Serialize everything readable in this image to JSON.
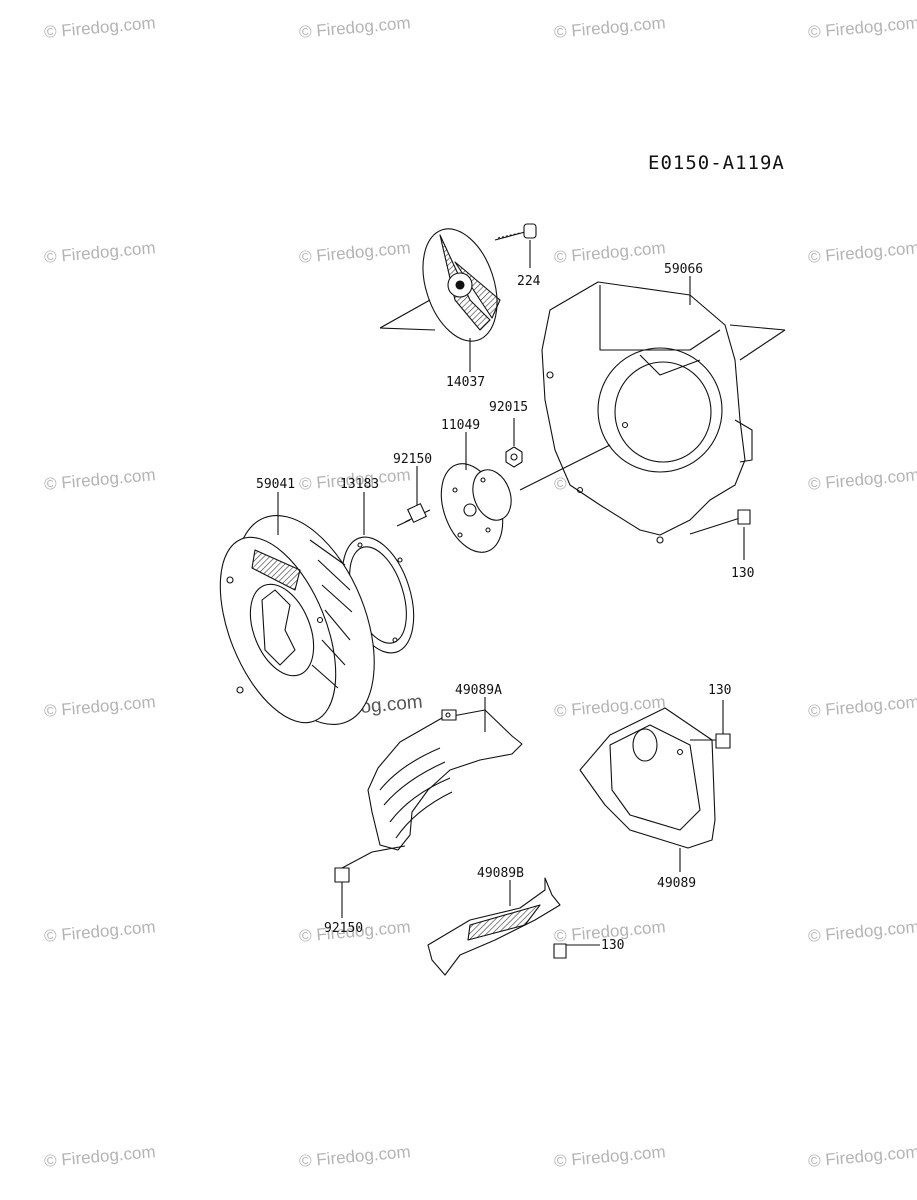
{
  "diagram_code": "E0150-A119A",
  "watermark": "© Firedog.com",
  "watermark_main": "© Firedog.com",
  "parts": [
    {
      "id": "p224",
      "label": "224"
    },
    {
      "id": "p59066",
      "label": "59066"
    },
    {
      "id": "p14037",
      "label": "14037"
    },
    {
      "id": "p92015",
      "label": "92015"
    },
    {
      "id": "p11049",
      "label": "11049"
    },
    {
      "id": "p92150a",
      "label": "92150"
    },
    {
      "id": "p59041",
      "label": "59041"
    },
    {
      "id": "p13183",
      "label": "13183"
    },
    {
      "id": "p130a",
      "label": "130"
    },
    {
      "id": "p49089A",
      "label": "49089A"
    },
    {
      "id": "p130b",
      "label": "130"
    },
    {
      "id": "p49089",
      "label": "49089"
    },
    {
      "id": "p49089B",
      "label": "49089B"
    },
    {
      "id": "p130c",
      "label": "130"
    },
    {
      "id": "p92150b",
      "label": "92150"
    }
  ]
}
